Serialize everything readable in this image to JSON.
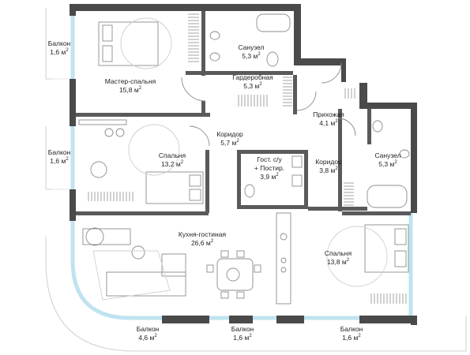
{
  "plan": {
    "area_unit": "м",
    "area_unit_power": "2",
    "rooms": [
      {
        "id": "balcony-nw",
        "name": "Балкон",
        "area": "1,6"
      },
      {
        "id": "master-bedroom",
        "name": "Мастер-спальня",
        "area": "15,8"
      },
      {
        "id": "bathroom-top",
        "name": "Санузел",
        "area": "5,3"
      },
      {
        "id": "wardrobe",
        "name": "Гардеробная",
        "area": "5,3"
      },
      {
        "id": "hallway-entry",
        "name": "Прихожая",
        "area": "4,1"
      },
      {
        "id": "corridor-center",
        "name": "Коридор",
        "area": "5,7"
      },
      {
        "id": "balcony-w",
        "name": "Балкон",
        "area": "1,6"
      },
      {
        "id": "bedroom-west",
        "name": "Спальня",
        "area": "13,2"
      },
      {
        "id": "guest-wc",
        "name": "Гост. с/у",
        "name2": "+ Постир.",
        "area": "3,9"
      },
      {
        "id": "corridor-east",
        "name": "Коридор",
        "area": "3,8"
      },
      {
        "id": "bathroom-east",
        "name": "Санузел",
        "area": "5,3"
      },
      {
        "id": "kitchen-living",
        "name": "Кухня-гостиная",
        "area": "26,6"
      },
      {
        "id": "bedroom-east",
        "name": "Спальня",
        "area": "13,8"
      },
      {
        "id": "balcony-sw",
        "name": "Балкон",
        "area": "4,6"
      },
      {
        "id": "balcony-s1",
        "name": "Балкон",
        "area": "1,6"
      },
      {
        "id": "balcony-s2",
        "name": "Балкон",
        "area": "1,6"
      }
    ]
  },
  "colors": {
    "wall": "#4a4a4a",
    "glass": "#bfe3f0",
    "furniture": "#8c8c8c",
    "floor_texture": "#d8d8d8"
  }
}
